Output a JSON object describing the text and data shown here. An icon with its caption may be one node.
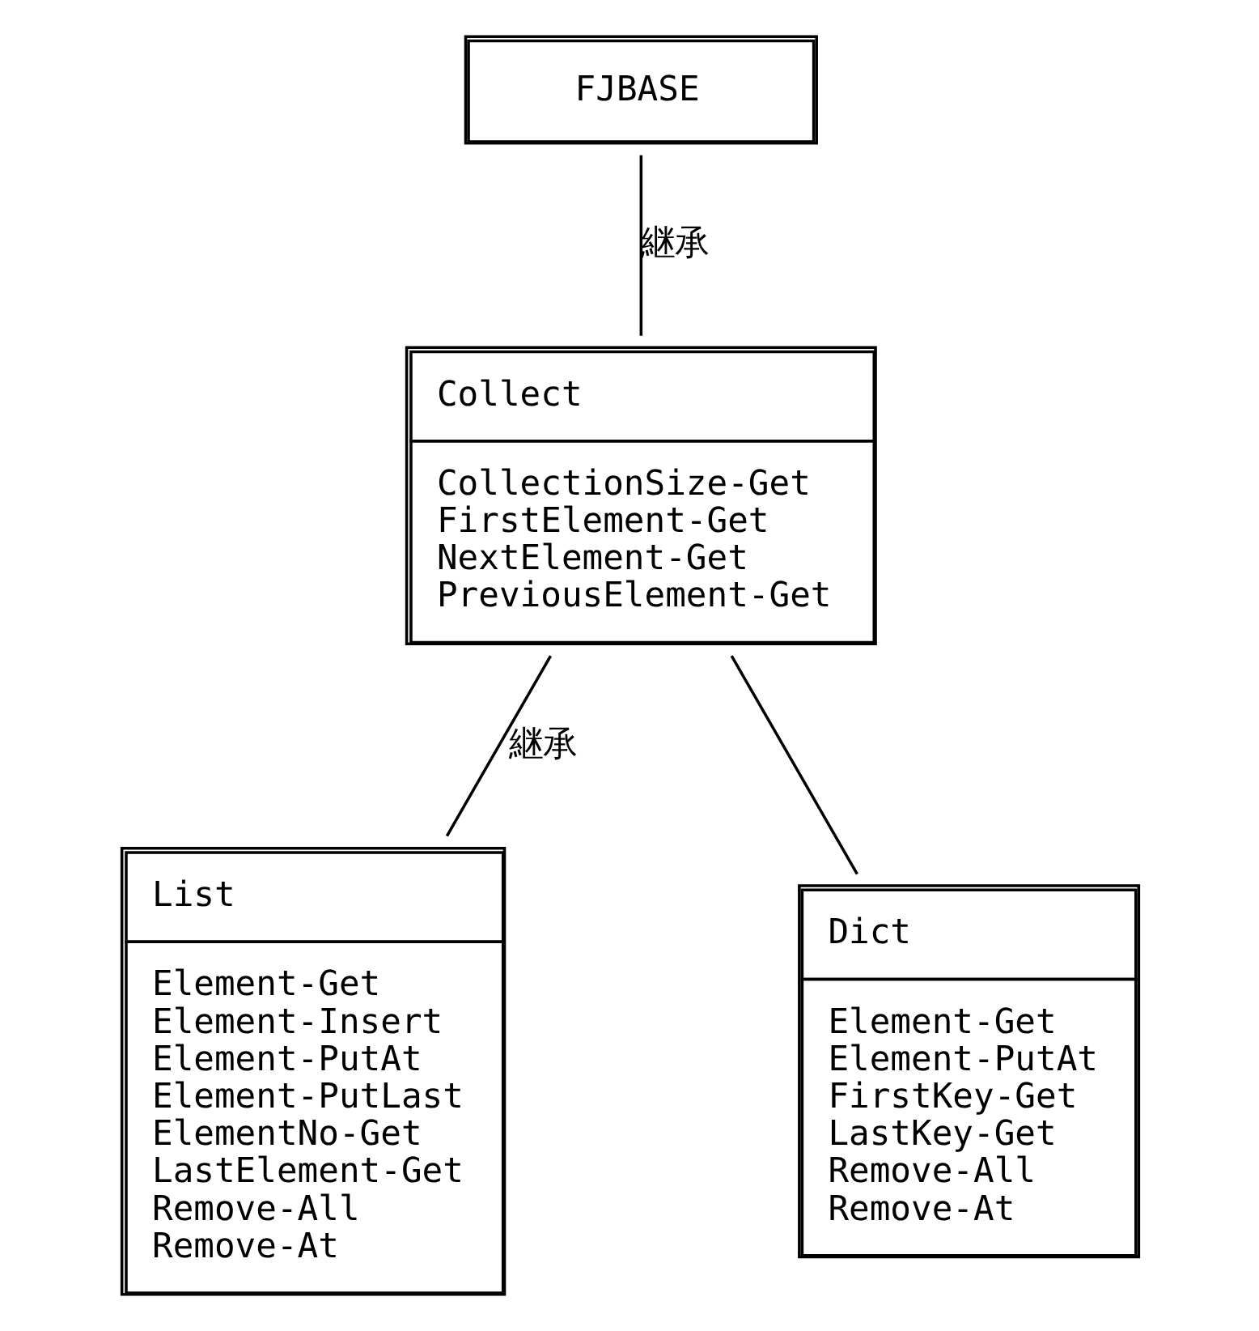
{
  "diagram": {
    "nodes": [
      {
        "text": [
          "FJBASE"
        ]
      },
      {
        "text": [
          "Collect",
          "CollectionSize-Get",
          "FirstElement-Get",
          "NextElement-Get",
          "PreviousElement-Get"
        ]
      },
      {
        "text": [
          "List",
          "Element-Get",
          "Element-Insert",
          "Element-PutAt",
          "Element-PutLast",
          "ElementNo-Get",
          "LastElement-Get",
          "Remove-All",
          "Remove-At"
        ]
      },
      {
        "text": [
          "Dict",
          "Element-Get",
          "Element-PutAt",
          "FirstKey-Get",
          "LastKey-Get",
          "Remove-All",
          "Remove-At"
        ]
      }
    ],
    "edges": [
      {
        "from": 0,
        "to": 1,
        "arrow": "none",
        "label": "継承"
      },
      {
        "from": 1,
        "to": 2,
        "arrow": "none",
        "label": "継承"
      },
      {
        "from": 1,
        "to": 3,
        "arrow": "none"
      }
    ]
  }
}
